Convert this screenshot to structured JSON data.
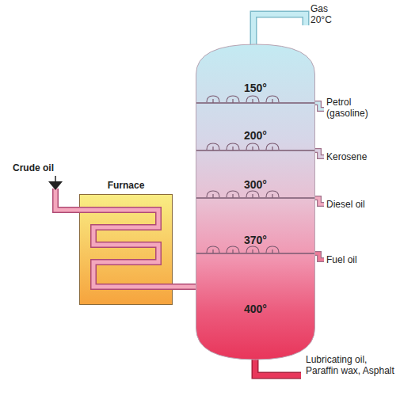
{
  "diagram": {
    "nodes": [
      {
        "text": [
          "Furnace"
        ]
      },
      {
        "text": [
          "150°",
          "200°",
          "300°",
          "370°",
          "400°"
        ]
      }
    ],
    "edges": [
      {
        "from": 0,
        "to": 1,
        "arrow": "none"
      }
    ],
    "labels": [
      "Gas 20°C",
      "Petrol (gasoline)",
      "Kerosene",
      "Diesel oil",
      "Fuel oil",
      "Lubricating oil, Paraffin wax, Asphalt",
      "Crude oil"
    ]
  }
}
